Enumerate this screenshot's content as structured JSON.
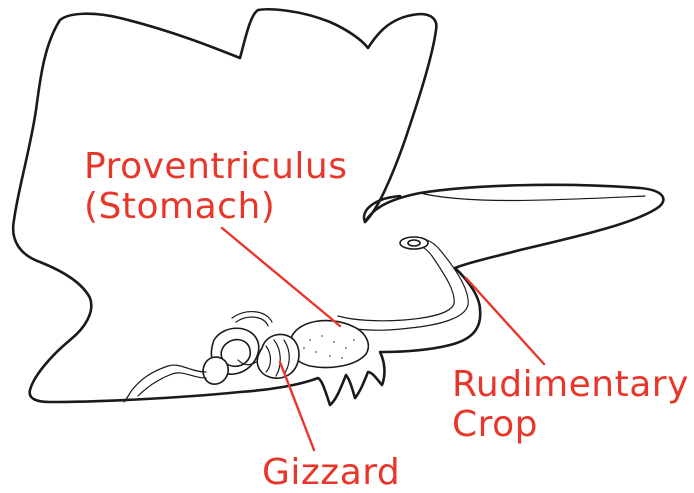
{
  "diagram": {
    "label_color": "#e8372a",
    "outline_color": "#1a1a1a",
    "labels": {
      "proventriculus_line1": "Proventriculus",
      "proventriculus_line2": "(Stomach)",
      "crop_line1": "Rudimentary",
      "crop_line2": "Crop",
      "gizzard": "Gizzard"
    }
  }
}
